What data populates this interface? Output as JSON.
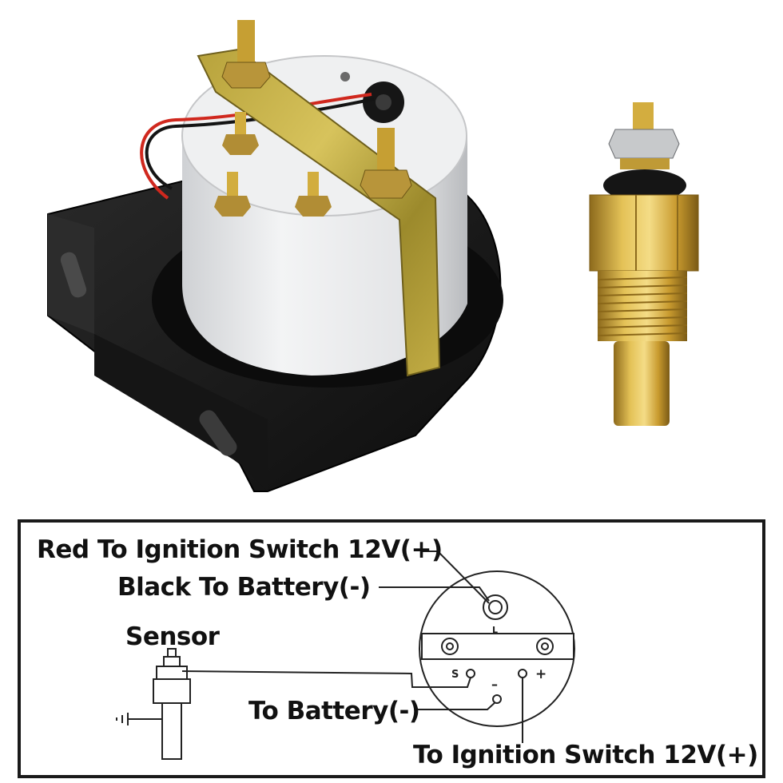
{
  "diagram": {
    "labels": {
      "red_wire": "Red To Ignition Switch 12V(+)",
      "black_wire": "Black To Battery(-)",
      "sensor": "Sensor",
      "to_battery": "To Battery(-)",
      "to_ignition": "To Ignition Switch 12V(+)"
    },
    "terminal_marks": {
      "lamp": "L",
      "sensor": "S",
      "negative": "–",
      "positive": "+"
    }
  },
  "colors": {
    "panel_border": "#1a1a1a",
    "bracket_black": "#1b1b1b",
    "brass": "#c9a23a",
    "gauge_body": "#e9eaec",
    "wire_red": "#d0281e",
    "wire_black": "#141414"
  }
}
